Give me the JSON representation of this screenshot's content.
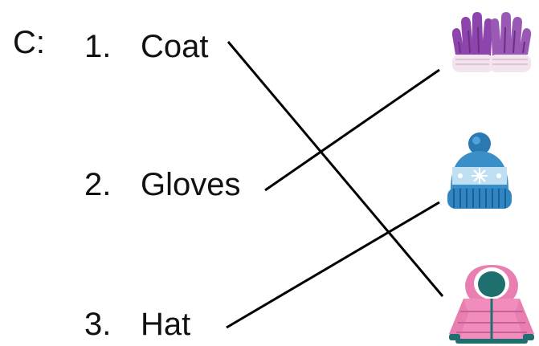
{
  "exercise": {
    "label": "C:",
    "items": [
      {
        "number": "1.",
        "word": "Coat"
      },
      {
        "number": "2.",
        "word": "Gloves"
      },
      {
        "number": "3.",
        "word": "Hat"
      }
    ]
  },
  "pictures": [
    {
      "icon": "gloves-icon",
      "color": "#9b59b6"
    },
    {
      "icon": "winter-hat-icon",
      "color": "#3b8fc8"
    },
    {
      "icon": "puffer-coat-icon",
      "color": "#e87fb0"
    }
  ],
  "line_color": "#000000"
}
